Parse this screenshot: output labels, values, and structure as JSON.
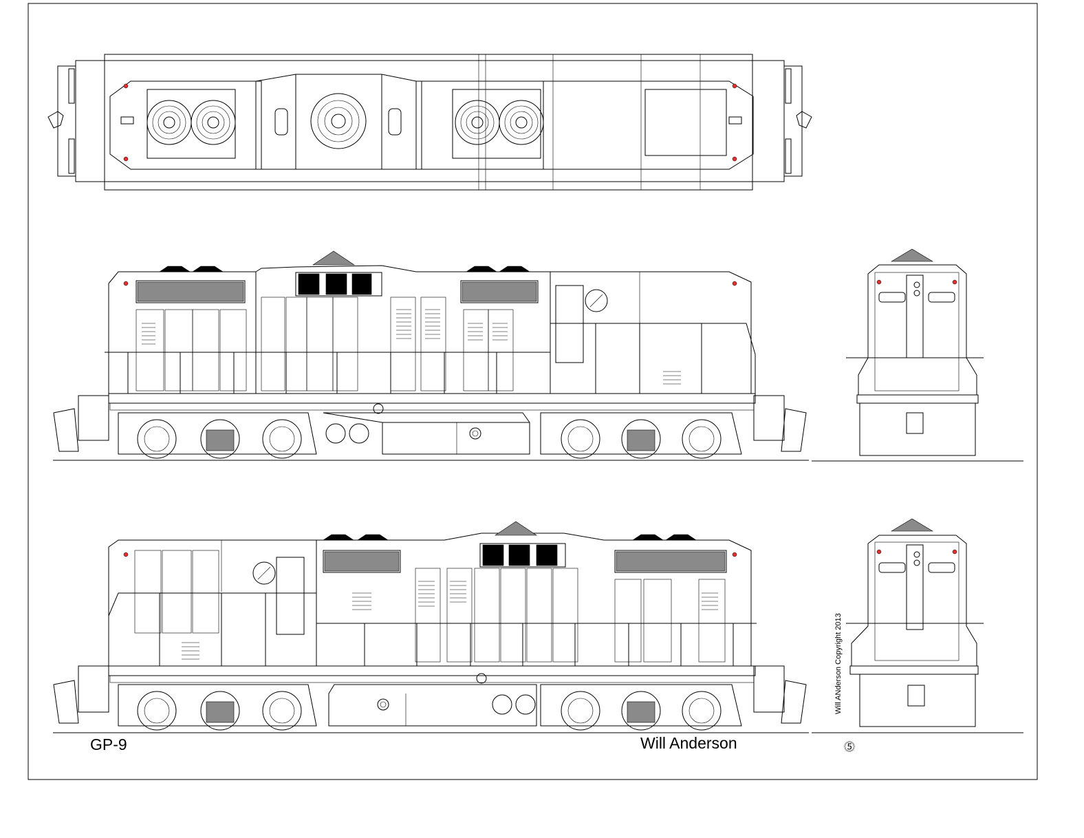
{
  "drawing": {
    "model_label": "GP-9",
    "author_label": "Will Anderson",
    "copyright_text": "Will ANderson Copyright 2013",
    "symbol": "⓹"
  },
  "views": [
    "top-plan-view",
    "side-elevation-left",
    "end-elevation-front",
    "side-elevation-right",
    "end-elevation-rear"
  ],
  "colors": {
    "line": "#000000",
    "marker_lights": "#e03030",
    "paper": "#ffffff"
  }
}
